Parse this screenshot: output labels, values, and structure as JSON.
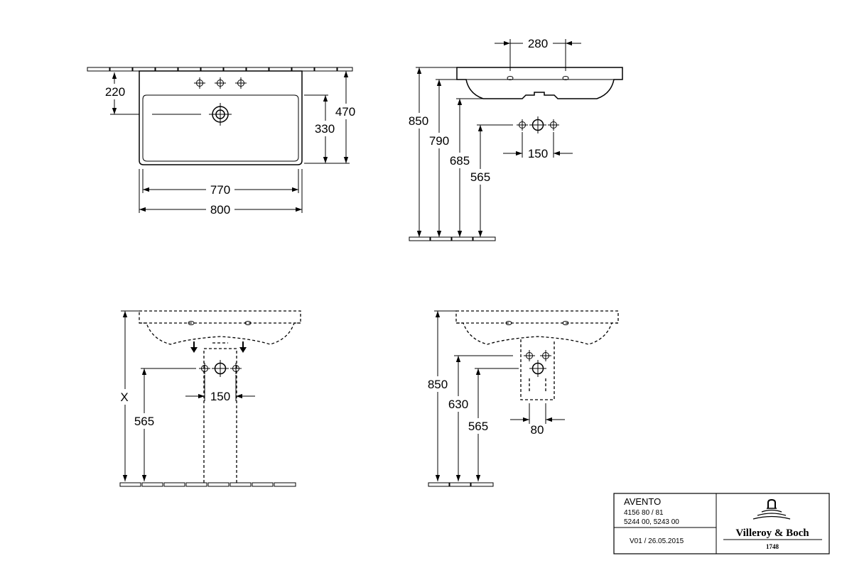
{
  "drawing": {
    "top_view": {
      "dim_width_outer": "800",
      "dim_width_inner": "770",
      "dim_depth": "470",
      "dim_bowl_depth": "330",
      "dim_tap_offset": "220"
    },
    "side_view": {
      "dim_fixing_spacing": "280",
      "dim_height_850": "850",
      "dim_height_790": "790",
      "dim_height_685": "685",
      "dim_height_565": "565",
      "dim_supply_spacing": "150"
    },
    "pedestal_view": {
      "dim_x": "X",
      "dim_height_565": "565",
      "dim_supply_spacing": "150"
    },
    "semi_pedestal_view": {
      "dim_height_850": "850",
      "dim_height_630": "630",
      "dim_height_565": "565",
      "dim_width_80": "80"
    }
  },
  "title_block": {
    "product": "AVENTO",
    "article_1": "4156 80 / 81",
    "article_2": "5244 00, 5243 00",
    "version": "V01 / 26.05.2015",
    "brand": "Villeroy & Boch",
    "brand_year": "1748"
  },
  "icons": [
    "tap-hole-icon",
    "drain-icon",
    "crest-logo-icon",
    "arrow-down-icon"
  ]
}
